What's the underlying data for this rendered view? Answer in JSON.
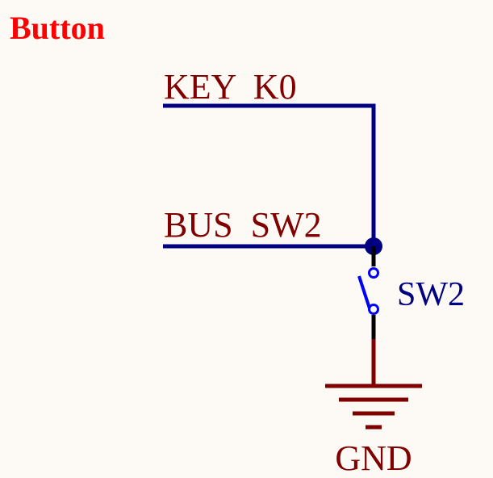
{
  "title": "Button",
  "nets": {
    "key": "KEY  K0",
    "bus": "BUS  SW2"
  },
  "component": {
    "reference": "SW2",
    "ground_label": "GND"
  },
  "colors": {
    "background": "#fdfaf6",
    "title": "#ff0000",
    "net_label": "#800000",
    "wire": "#000080",
    "junction": "#000080",
    "switch": "#0000ff",
    "switch_label": "#000080",
    "lead": "#000000",
    "ground": "#800000"
  },
  "icons": {
    "switch": "pushbutton-switch-icon",
    "ground": "ground-symbol-icon",
    "junction": "junction-dot-icon"
  }
}
